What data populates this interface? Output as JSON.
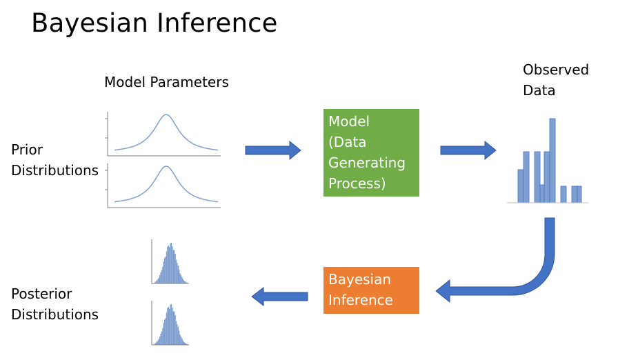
{
  "title": "Bayesian Inference",
  "labels": {
    "model_parameters": "Model Parameters",
    "observed_data": [
      "Observed",
      "Data"
    ],
    "prior_distributions": [
      "Prior",
      "Distributions"
    ],
    "posterior_distributions": [
      "Posterior",
      "Distributions"
    ]
  },
  "boxes": {
    "model": {
      "lines": [
        "Model",
        "(Data",
        "Generating",
        "Process)"
      ],
      "color": "#70AD47"
    },
    "bayesian_inference": {
      "lines": [
        "Bayesian",
        "Inference"
      ],
      "color": "#ED7D31"
    }
  },
  "colors": {
    "arrow": "#4472C4",
    "arrow_border": "#2F5597",
    "curve": "#7F9FD0",
    "hist": "#7F9FD0",
    "axis": "#7F7F7F"
  }
}
